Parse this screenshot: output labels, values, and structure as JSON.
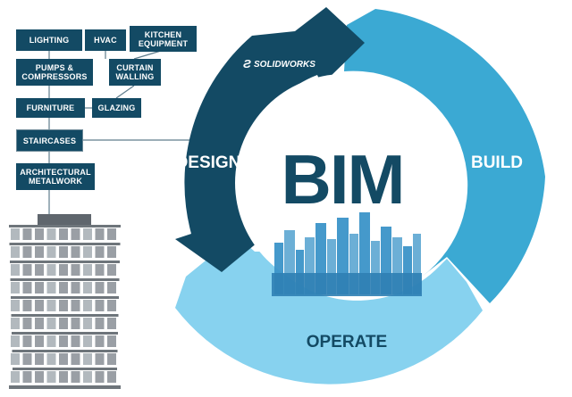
{
  "diagram": {
    "center_label": "BIM",
    "brand": "SOLIDWORKS",
    "stages": [
      {
        "label": "DESIGN",
        "color": "#134a64"
      },
      {
        "label": "BUILD",
        "color": "#3ba9d3"
      },
      {
        "label": "OPERATE",
        "color": "#87d2ef"
      }
    ],
    "components": {
      "lighting": "LIGHTING",
      "hvac": "HVAC",
      "kitchen_equipment": "KITCHEN\nEQUIPMENT",
      "pumps_compressors": "PUMPS &\nCOMPRESSORS",
      "curtain_walling": "CURTAIN\nWALLING",
      "furniture": "FURNITURE",
      "glazing": "GLAZING",
      "staircases": "STAIRCASES",
      "architectural_metalwork": "ARCHITECTURAL\nMETALWORK"
    }
  },
  "colors": {
    "dark_blue": "#134a64",
    "mid_blue": "#3ba9d3",
    "light_blue": "#87d2ef",
    "skyline": "#3b94c8",
    "building": "#8f959b"
  }
}
